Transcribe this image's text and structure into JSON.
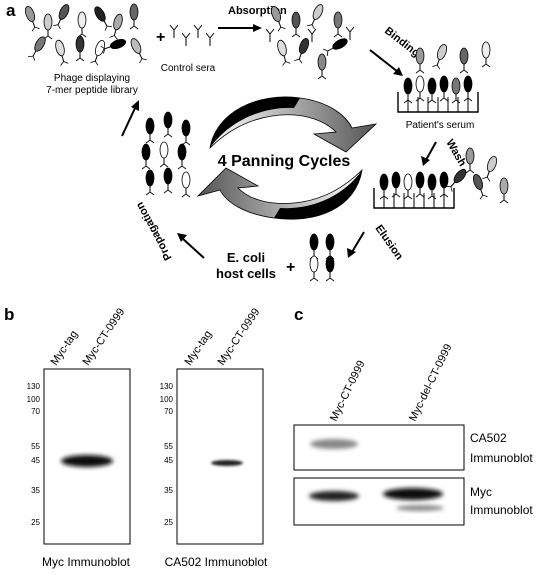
{
  "panel_a": {
    "label": "a",
    "library_label_line1": "Phage displaying",
    "library_label_line2": "7-mer peptide library",
    "plus_sign": "+",
    "control_sera_label": "Control sera",
    "absorption_label": "Absorption",
    "binding_label": "Binding",
    "patient_serum_label": "Patient's serum",
    "wash_label": "Wash",
    "elusion_label": "Elusion",
    "host_cells_line1": "E. coli",
    "host_cells_line2": "host cells",
    "propagation_label": "Propagation",
    "cycle_label": "4 Panning Cycles"
  },
  "panel_b": {
    "label": "b",
    "blots": [
      {
        "lanes": [
          "Myc-tag",
          "Myc-CT-0999"
        ],
        "caption": "Myc Immunoblot"
      },
      {
        "lanes": [
          "Myc-tag",
          "Myc-CT-0999"
        ],
        "caption": "CA502 Immunoblot"
      }
    ],
    "mw_markers": [
      "130",
      "100",
      "70",
      "55",
      "45",
      "35",
      "25"
    ]
  },
  "panel_c": {
    "label": "c",
    "lanes": [
      "Myc-CT-0999",
      "Myc-del-CT-0999"
    ],
    "blots": [
      {
        "line1": "CA502",
        "line2": "Immunoblot"
      },
      {
        "line1": "Myc",
        "line2": "Immunoblot"
      }
    ]
  }
}
